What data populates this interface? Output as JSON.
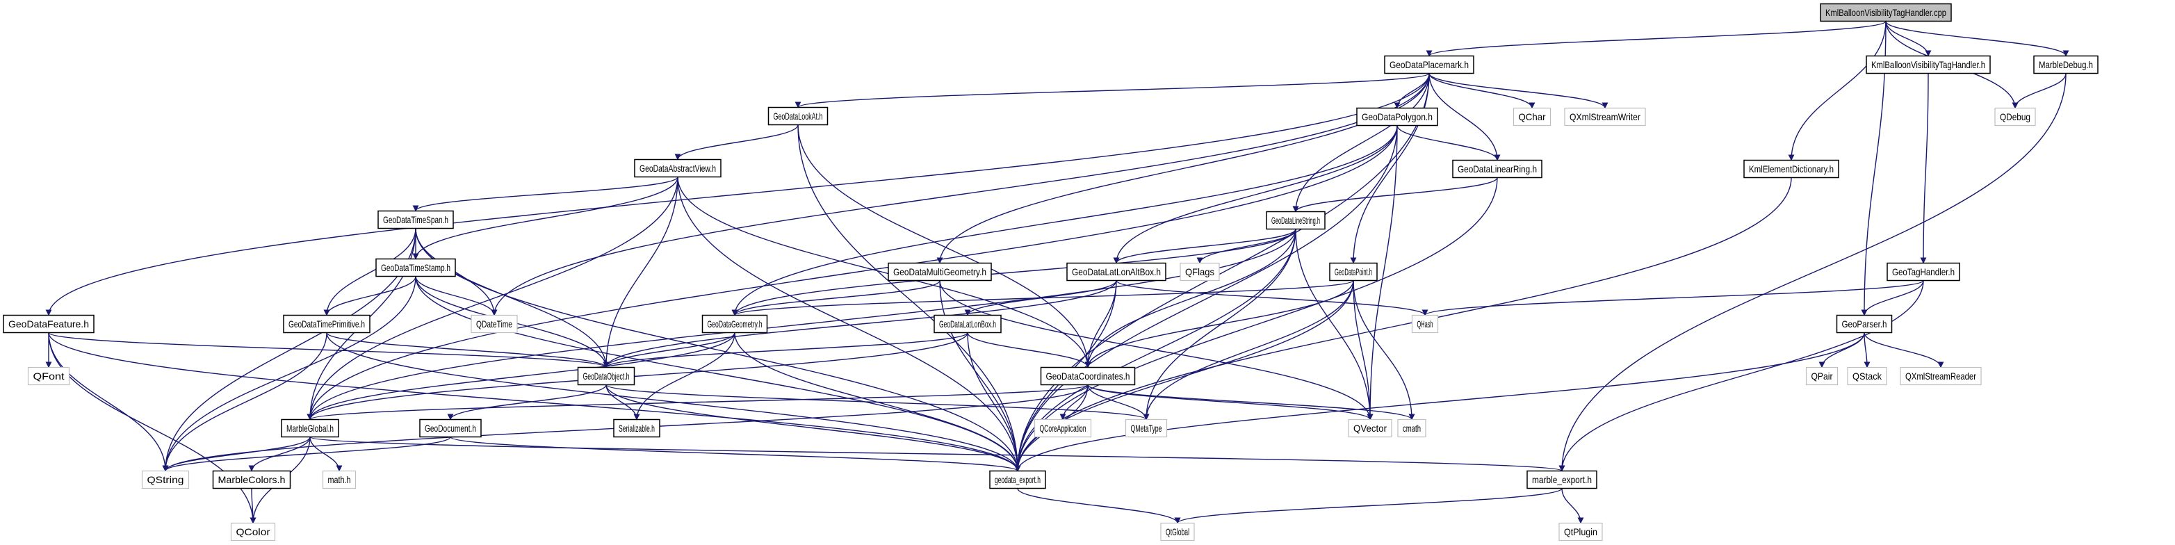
{
  "diagram": {
    "type": "include-dependency-graph",
    "colors": {
      "edge": "#191970",
      "node_border": "#000000",
      "external_border": "#bfbfbf",
      "root_fill": "#bfbfbf",
      "background": "#ffffff"
    },
    "nodes": [
      {
        "id": "root",
        "label": "KmlBalloonVisibilityTagHandler.cpp",
        "kind": "root"
      },
      {
        "id": "placemark",
        "label": "GeoDataPlacemark.h",
        "kind": "internal"
      },
      {
        "id": "kbvth",
        "label": "KmlBalloonVisibilityTagHandler.h",
        "kind": "internal"
      },
      {
        "id": "marbledebug",
        "label": "MarbleDebug.h",
        "kind": "internal"
      },
      {
        "id": "qdebug",
        "label": "QDebug",
        "kind": "external"
      },
      {
        "id": "lookat",
        "label": "GeoDataLookAt.h",
        "kind": "internal"
      },
      {
        "id": "polygon",
        "label": "GeoDataPolygon.h",
        "kind": "internal"
      },
      {
        "id": "qchar",
        "label": "QChar",
        "kind": "external"
      },
      {
        "id": "qxmlwriter",
        "label": "QXmlStreamWriter",
        "kind": "external"
      },
      {
        "id": "linearring",
        "label": "GeoDataLinearRing.h",
        "kind": "internal"
      },
      {
        "id": "kmldict",
        "label": "KmlElementDictionary.h",
        "kind": "internal"
      },
      {
        "id": "abstractview",
        "label": "GeoDataAbstractView.h",
        "kind": "internal"
      },
      {
        "id": "timespan",
        "label": "GeoDataTimeSpan.h",
        "kind": "internal"
      },
      {
        "id": "linestring",
        "label": "GeoDataLineString.h",
        "kind": "internal"
      },
      {
        "id": "timestamp",
        "label": "GeoDataTimeStamp.h",
        "kind": "internal"
      },
      {
        "id": "multigeom",
        "label": "GeoDataMultiGeometry.h",
        "kind": "internal"
      },
      {
        "id": "latlonaltbox",
        "label": "GeoDataLatLonAltBox.h",
        "kind": "internal"
      },
      {
        "id": "qflags",
        "label": "QFlags",
        "kind": "external"
      },
      {
        "id": "point",
        "label": "GeoDataPoint.h",
        "kind": "internal"
      },
      {
        "id": "geotaghandler",
        "label": "GeoTagHandler.h",
        "kind": "internal"
      },
      {
        "id": "feature",
        "label": "GeoDataFeature.h",
        "kind": "internal"
      },
      {
        "id": "timeprimitive",
        "label": "GeoDataTimePrimitive.h",
        "kind": "internal"
      },
      {
        "id": "qdatetime",
        "label": "QDateTime",
        "kind": "external"
      },
      {
        "id": "geometry",
        "label": "GeoDataGeometry.h",
        "kind": "internal"
      },
      {
        "id": "latlonbox",
        "label": "GeoDataLatLonBox.h",
        "kind": "internal"
      },
      {
        "id": "qhash",
        "label": "QHash",
        "kind": "external"
      },
      {
        "id": "geoparser",
        "label": "GeoParser.h",
        "kind": "internal"
      },
      {
        "id": "qfont",
        "label": "QFont",
        "kind": "external"
      },
      {
        "id": "object",
        "label": "GeoDataObject.h",
        "kind": "internal"
      },
      {
        "id": "coordinates",
        "label": "GeoDataCoordinates.h",
        "kind": "internal"
      },
      {
        "id": "qpair",
        "label": "QPair",
        "kind": "external"
      },
      {
        "id": "qstack",
        "label": "QStack",
        "kind": "external"
      },
      {
        "id": "qxmlreader",
        "label": "QXmlStreamReader",
        "kind": "external"
      },
      {
        "id": "marbleglobal",
        "label": "MarbleGlobal.h",
        "kind": "internal"
      },
      {
        "id": "geodocument",
        "label": "GeoDocument.h",
        "kind": "internal"
      },
      {
        "id": "serializable",
        "label": "Serializable.h",
        "kind": "internal"
      },
      {
        "id": "qcoreapp",
        "label": "QCoreApplication",
        "kind": "external"
      },
      {
        "id": "qmetatype",
        "label": "QMetaType",
        "kind": "external"
      },
      {
        "id": "qvector",
        "label": "QVector",
        "kind": "external"
      },
      {
        "id": "cmath",
        "label": "cmath",
        "kind": "external"
      },
      {
        "id": "qstring",
        "label": "QString",
        "kind": "external"
      },
      {
        "id": "marblecolors",
        "label": "MarbleColors.h",
        "kind": "internal"
      },
      {
        "id": "mathh",
        "label": "math.h",
        "kind": "external"
      },
      {
        "id": "geodataexport",
        "label": "geodata_export.h",
        "kind": "internal"
      },
      {
        "id": "marbleexport",
        "label": "marble_export.h",
        "kind": "internal"
      },
      {
        "id": "qcolor",
        "label": "QColor",
        "kind": "external"
      },
      {
        "id": "qtglobal",
        "label": "QtGlobal",
        "kind": "external"
      },
      {
        "id": "qtplugin",
        "label": "QtPlugin",
        "kind": "external"
      }
    ],
    "edges": [
      [
        "root",
        "placemark"
      ],
      [
        "root",
        "kbvth"
      ],
      [
        "root",
        "marbledebug"
      ],
      [
        "root",
        "qdebug"
      ],
      [
        "root",
        "kmldict"
      ],
      [
        "root",
        "geoparser"
      ],
      [
        "kbvth",
        "geotaghandler"
      ],
      [
        "marbledebug",
        "qdebug"
      ],
      [
        "marbledebug",
        "marbleexport"
      ],
      [
        "placemark",
        "feature"
      ],
      [
        "placemark",
        "lookat"
      ],
      [
        "placemark",
        "polygon"
      ],
      [
        "placemark",
        "qchar"
      ],
      [
        "placemark",
        "qxmlwriter"
      ],
      [
        "placemark",
        "linearring"
      ],
      [
        "placemark",
        "linestring"
      ],
      [
        "placemark",
        "multigeom"
      ],
      [
        "placemark",
        "point"
      ],
      [
        "placemark",
        "qdatetime"
      ],
      [
        "placemark",
        "geodataexport"
      ],
      [
        "lookat",
        "abstractview"
      ],
      [
        "lookat",
        "coordinates"
      ],
      [
        "lookat",
        "geodataexport"
      ],
      [
        "polygon",
        "linearring"
      ],
      [
        "polygon",
        "geometry"
      ],
      [
        "polygon",
        "latlonaltbox"
      ],
      [
        "polygon",
        "marbleglobal"
      ],
      [
        "polygon",
        "qvector"
      ],
      [
        "polygon",
        "geodataexport"
      ],
      [
        "linearring",
        "linestring"
      ],
      [
        "linearring",
        "geodataexport"
      ],
      [
        "kmldict",
        "geodataexport"
      ],
      [
        "abstractview",
        "timespan"
      ],
      [
        "abstractview",
        "timestamp"
      ],
      [
        "abstractview",
        "object"
      ],
      [
        "abstractview",
        "coordinates"
      ],
      [
        "abstractview",
        "marbleglobal"
      ],
      [
        "abstractview",
        "geodataexport"
      ],
      [
        "timespan",
        "timestamp"
      ],
      [
        "timespan",
        "timeprimitive"
      ],
      [
        "timespan",
        "qdatetime"
      ],
      [
        "timespan",
        "object"
      ],
      [
        "timespan",
        "qstring"
      ],
      [
        "timespan",
        "marbleglobal"
      ],
      [
        "timespan",
        "geodataexport"
      ],
      [
        "timestamp",
        "timeprimitive"
      ],
      [
        "timestamp",
        "qdatetime"
      ],
      [
        "timestamp",
        "object"
      ],
      [
        "timestamp",
        "qstring"
      ],
      [
        "timestamp",
        "geodataexport"
      ],
      [
        "linestring",
        "latlonaltbox"
      ],
      [
        "linestring",
        "qflags"
      ],
      [
        "linestring",
        "geometry"
      ],
      [
        "linestring",
        "coordinates"
      ],
      [
        "linestring",
        "qvector"
      ],
      [
        "linestring",
        "qmetatype"
      ],
      [
        "linestring",
        "marbleglobal"
      ],
      [
        "linestring",
        "geodataexport"
      ],
      [
        "multigeom",
        "geometry"
      ],
      [
        "multigeom",
        "qvector"
      ],
      [
        "multigeom",
        "geodataexport"
      ],
      [
        "latlonaltbox",
        "latlonbox"
      ],
      [
        "latlonaltbox",
        "object"
      ],
      [
        "latlonaltbox",
        "qhash"
      ],
      [
        "latlonaltbox",
        "coordinates"
      ],
      [
        "latlonaltbox",
        "geodataexport"
      ],
      [
        "point",
        "geometry"
      ],
      [
        "point",
        "coordinates"
      ],
      [
        "point",
        "qmetatype"
      ],
      [
        "point",
        "qvector"
      ],
      [
        "point",
        "cmath"
      ],
      [
        "point",
        "geodataexport"
      ],
      [
        "geotaghandler",
        "geoparser"
      ],
      [
        "geotaghandler",
        "qhash"
      ],
      [
        "geotaghandler",
        "marbleexport"
      ],
      [
        "feature",
        "object"
      ],
      [
        "feature",
        "qfont"
      ],
      [
        "feature",
        "qstring"
      ],
      [
        "feature",
        "qcolor"
      ],
      [
        "feature",
        "geodataexport"
      ],
      [
        "timeprimitive",
        "object"
      ],
      [
        "timeprimitive",
        "qstring"
      ],
      [
        "timeprimitive",
        "geodataexport"
      ],
      [
        "geometry",
        "object"
      ],
      [
        "geometry",
        "serializable"
      ],
      [
        "geometry",
        "marbleglobal"
      ],
      [
        "geometry",
        "geodataexport"
      ],
      [
        "latlonbox",
        "object"
      ],
      [
        "latlonbox",
        "coordinates"
      ],
      [
        "latlonbox",
        "marbleglobal"
      ],
      [
        "latlonbox",
        "geodataexport"
      ],
      [
        "geoparser",
        "qpair"
      ],
      [
        "geoparser",
        "qstack"
      ],
      [
        "geoparser",
        "qxmlreader"
      ],
      [
        "geoparser",
        "geodataexport"
      ],
      [
        "object",
        "serializable"
      ],
      [
        "object",
        "geodocument"
      ],
      [
        "object",
        "qmetatype"
      ],
      [
        "object",
        "geodataexport"
      ],
      [
        "coordinates",
        "qcoreapp"
      ],
      [
        "coordinates",
        "qmetatype"
      ],
      [
        "coordinates",
        "qvector"
      ],
      [
        "coordinates",
        "cmath"
      ],
      [
        "coordinates",
        "marbleglobal"
      ],
      [
        "coordinates",
        "qstring"
      ],
      [
        "coordinates",
        "geodataexport"
      ],
      [
        "marbleglobal",
        "qstring"
      ],
      [
        "marbleglobal",
        "marblecolors"
      ],
      [
        "marbleglobal",
        "mathh"
      ],
      [
        "marbleglobal",
        "qcolor"
      ],
      [
        "marbleglobal",
        "marbleexport"
      ],
      [
        "geodocument",
        "qstring"
      ],
      [
        "geodocument",
        "geodataexport"
      ],
      [
        "marblecolors",
        "qcolor"
      ],
      [
        "geodataexport",
        "qtglobal"
      ],
      [
        "marbleexport",
        "qtglobal"
      ],
      [
        "marbleexport",
        "qtplugin"
      ]
    ]
  }
}
